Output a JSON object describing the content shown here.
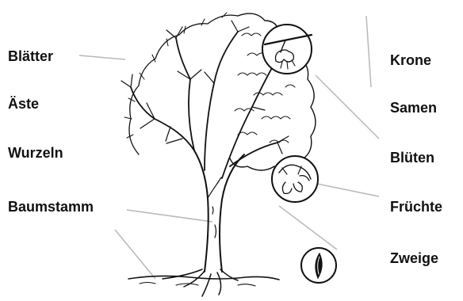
{
  "left_labels": [
    "Blätter",
    "Äste",
    "Wurzeln",
    "Baumstamm"
  ],
  "right_labels": [
    "Krone",
    "Samen",
    "Blüten",
    "Früchte",
    "Zweige"
  ],
  "icons": {
    "inset_top": "blossom-branch-icon",
    "inset_middle": "fruit-cluster-icon",
    "inset_bottom": "seed-icon",
    "main": "deciduous-tree-icon"
  },
  "colors": {
    "line": "#111111",
    "leader": "#b8b8b8"
  }
}
